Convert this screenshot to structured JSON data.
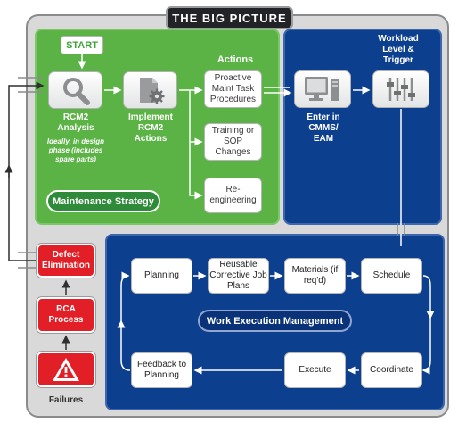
{
  "title": "THE BIG PICTURE",
  "maintenance_strategy": {
    "start_label": "START",
    "rcm2_analysis": "RCM2 Analysis",
    "rcm2_note": "Ideally, in design phase (includes spare parts)",
    "implement_actions": "Implement RCM2 Actions",
    "actions_heading": "Actions",
    "proactive": "Proactive Maint Task Procedures",
    "training": "Training or SOP Changes",
    "reengineering": "Re-engineering",
    "section_label": "Maintenance Strategy"
  },
  "cmms": {
    "enter_in": "Enter in CMMS/ EAM",
    "workload": "Workload Level & Trigger"
  },
  "work_execution": {
    "section_label": "Work Execution Management",
    "planning": "Planning",
    "reusable": "Reusable Corrective Job Plans",
    "materials": "Materials (if req'd)",
    "schedule": "Schedule",
    "coordinate": "Coordinate",
    "execute": "Execute",
    "feedback": "Feedback to Planning"
  },
  "left_column": {
    "defect_elimination": "Defect Elimination",
    "rca_process": "RCA Process",
    "failures": "Failures"
  },
  "colors": {
    "green": "#5bb346",
    "blue": "#0d3f8f",
    "red": "#e21f26",
    "dark_green_pill": "#2f8a3a"
  }
}
